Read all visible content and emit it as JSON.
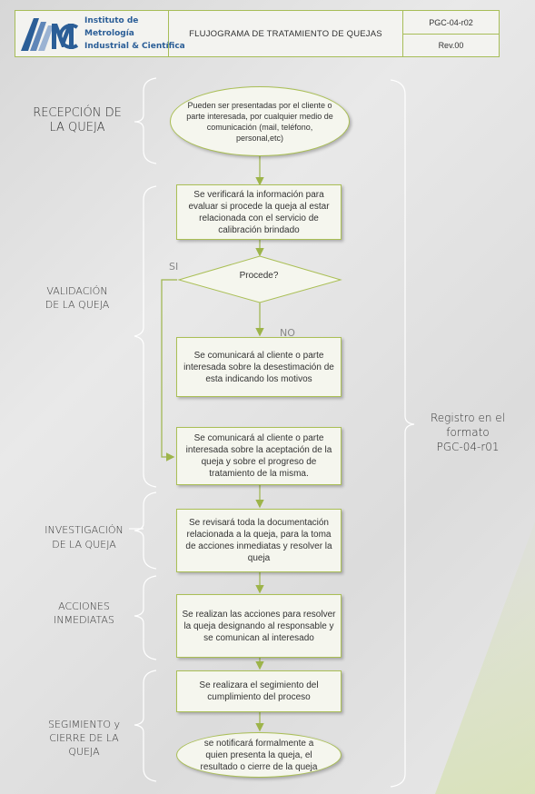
{
  "header": {
    "org_line1": "Instituto de",
    "org_line2": "Metrología",
    "org_line3": "Industrial & Científica",
    "title": "FLUJOGRAMA DE TRATAMIENTO DE QUEJAS",
    "code": "PGC-04-r02",
    "revision": "Rev.00"
  },
  "stages": {
    "recepcion_1": "RECEPCIÓN DE",
    "recepcion_2": "LA QUEJA",
    "validacion_1": "VALIDACIÓN",
    "validacion_2": "DE LA QUEJA",
    "investigacion_1": "INVESTIGACIÓN",
    "investigacion_2": "DE LA QUEJA",
    "acciones_1": "ACCIONES",
    "acciones_2": "INMEDIATAS",
    "seguimiento_1": "SEGIMIENTO y",
    "seguimiento_2": "CIERRE DE LA",
    "seguimiento_3": "QUEJA"
  },
  "nodes": {
    "start": "Pueden ser presentadas por el cliente o parte interesada, por cualquier medio de comunicación (mail, teléfono, personal,etc)",
    "verify": "Se verificará la información para evaluar si procede la queja al estar relacionada con el servicio de calibración brindado",
    "decision": "Procede?",
    "reject": "Se comunicará al cliente o parte interesada sobre la desestimación de esta indicando los motivos",
    "accept": "Se comunicará al cliente o parte interesada sobre la aceptación  de la queja y sobre el progreso de tratamiento de la misma.",
    "review": "Se revisará toda la documentación relacionada a la queja, para la toma de acciones inmediatas y resolver la queja",
    "actions": "Se realizan las acciones para resolver la queja designando al responsable  y se comunican al interesado",
    "followup": "Se realizara el segimiento del cumplimiento del proceso",
    "end": "se  notificará formalmente a quien presenta la queja, el resultado o cierre de la queja"
  },
  "branch_labels": {
    "yes": "SI",
    "no": "NO"
  },
  "registro": {
    "line1": "Registro en el",
    "line2": "formato",
    "line3": "PGC-04-r01"
  },
  "colors": {
    "accent": "#a7bd58",
    "box_fill": "#f5f6ee",
    "logo_blue": "#2b5e97"
  }
}
